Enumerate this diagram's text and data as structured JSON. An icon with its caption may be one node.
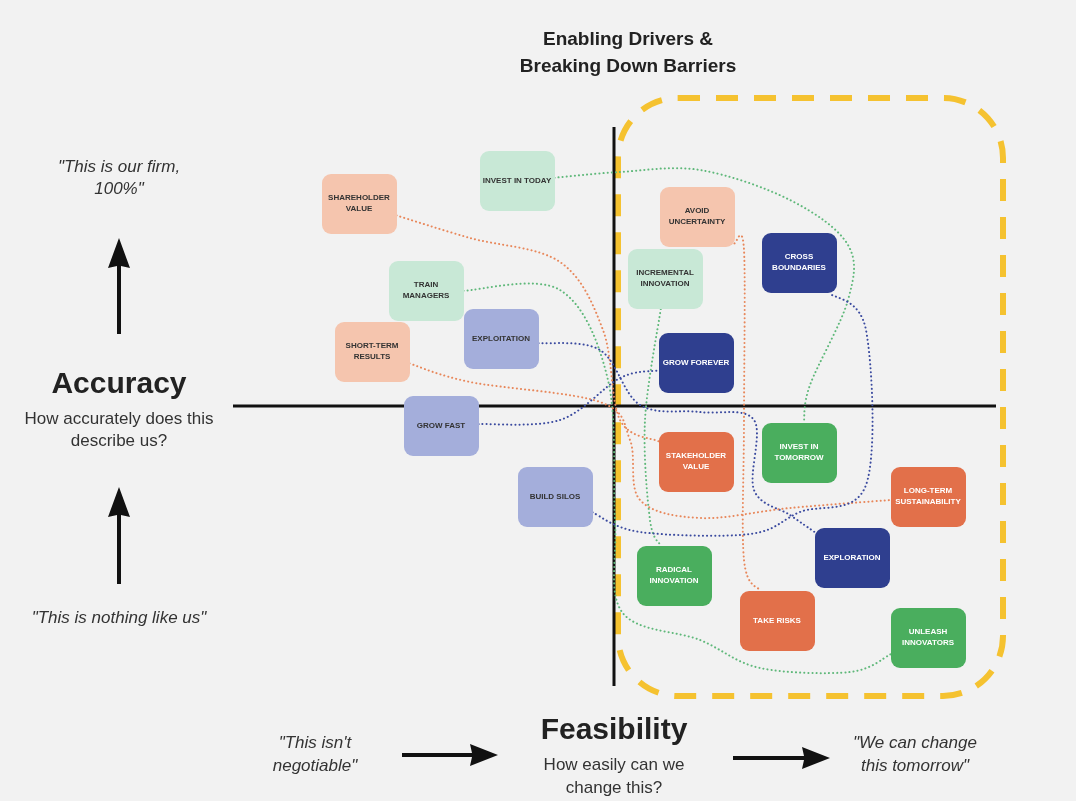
{
  "diagram": {
    "title": "Enabling Drivers & Breaking Down Barriers",
    "nodes": [
      {
        "text": [
          "INVEST IN TODAY"
        ]
      },
      {
        "text": [
          "SHAREHOLDER VALUE"
        ]
      },
      {
        "text": [
          "AVOID UNCERTAINTY"
        ]
      },
      {
        "text": [
          "CROSS BOUNDARIES"
        ]
      },
      {
        "text": [
          "INCREMENTAL INNOVATION"
        ]
      },
      {
        "text": [
          "TRAIN MANAGERS"
        ]
      },
      {
        "text": [
          "EXPLOITATION"
        ]
      },
      {
        "text": [
          "SHORT-TERM RESULTS"
        ]
      },
      {
        "text": [
          "GROW FOREVER"
        ]
      },
      {
        "text": [
          "GROW FAST"
        ]
      },
      {
        "text": [
          "STAKEHOLDER VALUE"
        ]
      },
      {
        "text": [
          "INVEST IN TOMORROW"
        ]
      },
      {
        "text": [
          "BUILD SILOS"
        ]
      },
      {
        "text": [
          "LONG-TERM SUSTAINABILITY"
        ]
      },
      {
        "text": [
          "EXPLORATION"
        ]
      },
      {
        "text": [
          "RADICAL INNOVATION"
        ]
      },
      {
        "text": [
          "TAKE RISKS"
        ]
      },
      {
        "text": [
          "UNLEASH INNOVATORS"
        ]
      }
    ],
    "edges": [
      {
        "from": 0,
        "to": 11,
        "arrow": "none",
        "style": "dashed",
        "color": "#5fb87a"
      },
      {
        "from": 1,
        "to": 10,
        "arrow": "none",
        "style": "dashed",
        "color": "#e8875a"
      },
      {
        "from": 2,
        "to": 16,
        "arrow": "none",
        "style": "dashed",
        "color": "#e8875a"
      },
      {
        "from": 4,
        "to": 15,
        "arrow": "none",
        "style": "dashed",
        "color": "#5fb87a"
      },
      {
        "from": 5,
        "to": 17,
        "arrow": "none",
        "style": "dashed",
        "color": "#5fb87a"
      },
      {
        "from": 6,
        "to": 14,
        "arrow": "none",
        "style": "dashed",
        "color": "#3a4a9f"
      },
      {
        "from": 7,
        "to": 13,
        "arrow": "none",
        "style": "dashed",
        "color": "#e8875a"
      },
      {
        "from": 9,
        "to": 8,
        "arrow": "none",
        "style": "dashed",
        "color": "#3a4a9f"
      },
      {
        "from": 12,
        "to": 3,
        "arrow": "none",
        "style": "dashed",
        "color": "#3a4a9f"
      }
    ],
    "labels": [
      "\"This is our firm, 100%\"",
      "Accuracy",
      "How accurately does this describe us?",
      "\"This is nothing like us\"",
      "\"This isn't negotiable\"",
      "Feasibility",
      "How easily can we change this?",
      "\"We can change this tomorrow\""
    ]
  }
}
